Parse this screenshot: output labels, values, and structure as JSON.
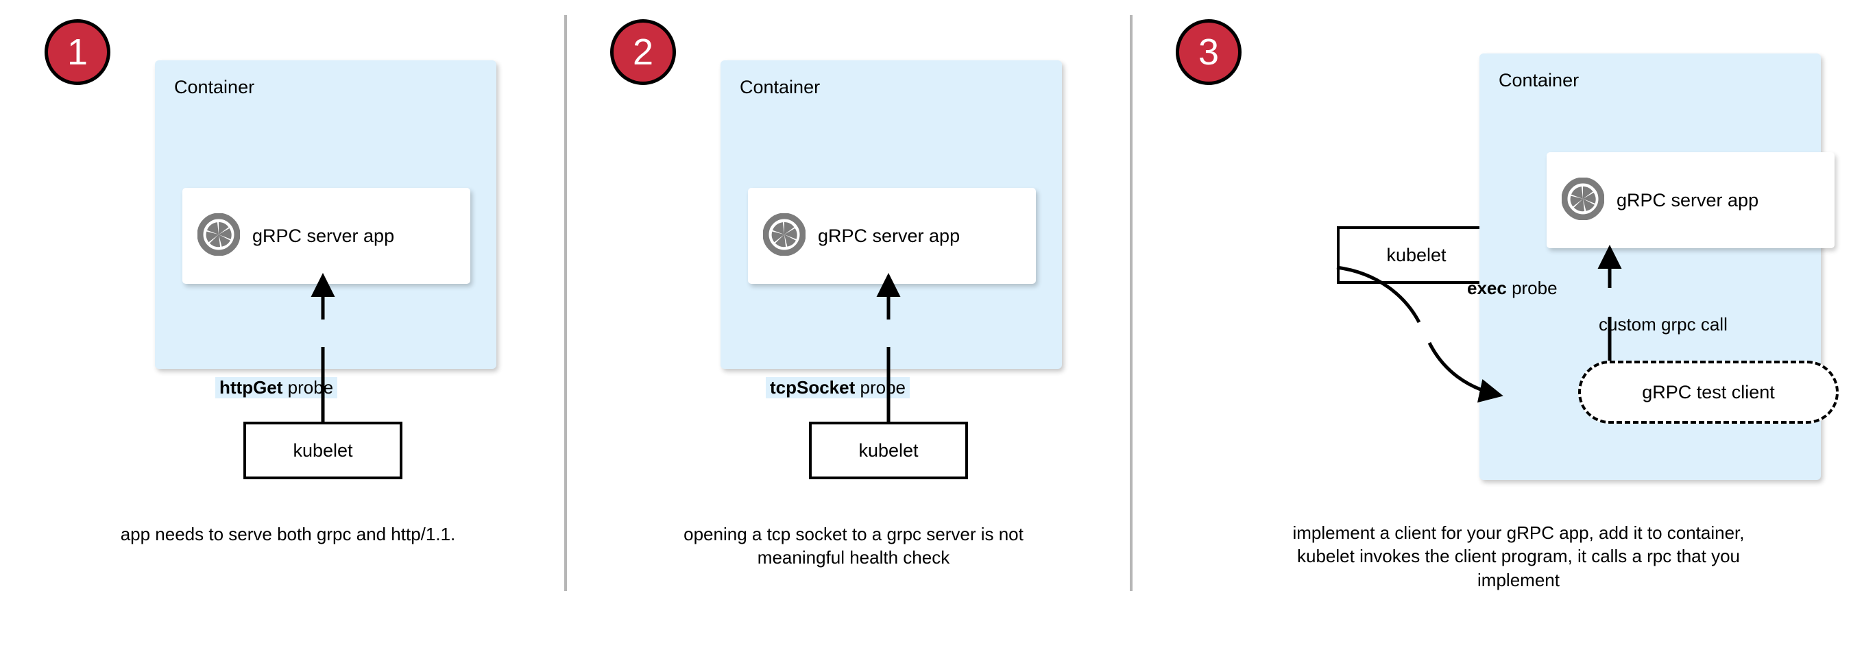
{
  "diagram": {
    "title": "gRPC health probe approaches",
    "colors": {
      "badge_red": "#c92c3e",
      "container_blue": "#ddf0fc",
      "card_white": "#ffffff",
      "stroke_black": "#000000",
      "divider_gray": "#b6b6b6",
      "grpc_icon_gray": "#7c7c7c"
    },
    "panels": [
      {
        "step": "1",
        "badge_name": "step-badge-1",
        "container_label": "Container",
        "app_label": "gRPC server app",
        "app_icon": "grpc-aperture-icon",
        "probe_label_bold": "httpGet",
        "probe_label_rest": " probe",
        "kubelet_label": "kubelet",
        "caption": "app needs to serve both grpc and http/1.1."
      },
      {
        "step": "2",
        "badge_name": "step-badge-2",
        "container_label": "Container",
        "app_label": "gRPC server app",
        "app_icon": "grpc-aperture-icon",
        "probe_label_bold": "tcpSocket",
        "probe_label_rest": " probe",
        "kubelet_label": "kubelet",
        "caption": "opening a tcp socket to a grpc server is not meaningful health check"
      },
      {
        "step": "3",
        "badge_name": "step-badge-3",
        "container_label": "Container",
        "app_label": "gRPC server app",
        "app_icon": "grpc-aperture-icon",
        "probe_label_bold": "exec",
        "probe_label_rest": " probe",
        "kubelet_label": "kubelet",
        "client_label": "gRPC test client",
        "call_label": "custom grpc call",
        "caption": "implement a client for your gRPC app, add it to container, kubelet invokes the client program, it calls a rpc that you implement"
      }
    ]
  }
}
